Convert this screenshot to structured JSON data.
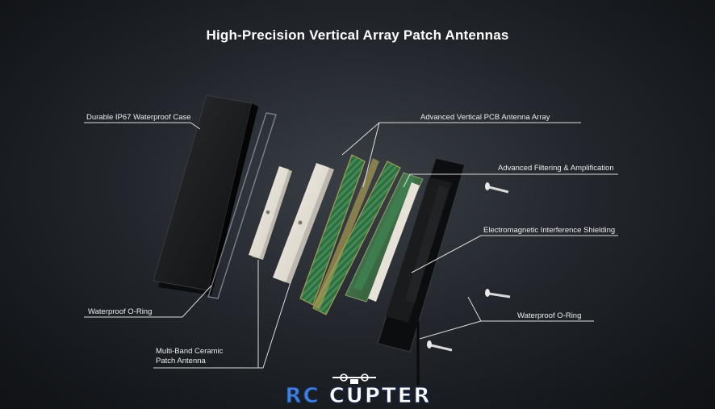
{
  "title": "High-Precision Vertical Array Patch Antennas",
  "labels": {
    "case": "Durable IP67 Waterproof Case",
    "oring_left": "Waterproof O-Ring",
    "ceramic_line1": "Multi-Band Ceramic",
    "ceramic_line2": "Patch Antenna",
    "pcb_array": "Advanced Vertical PCB Antenna Array",
    "filtering": "Advanced Filtering & Amplification",
    "emi": "Electromagnetic Interference Shielding",
    "oring_right": "Waterproof O-Ring"
  },
  "logo": {
    "part1": "RC",
    "part2": "CUPTER"
  },
  "colors": {
    "background": "#1c1f24",
    "case": "#1a1b1d",
    "ceramic": "#e8e4da",
    "pcb": "#2f6b3f",
    "logo_accent": "#3f7fe0"
  }
}
